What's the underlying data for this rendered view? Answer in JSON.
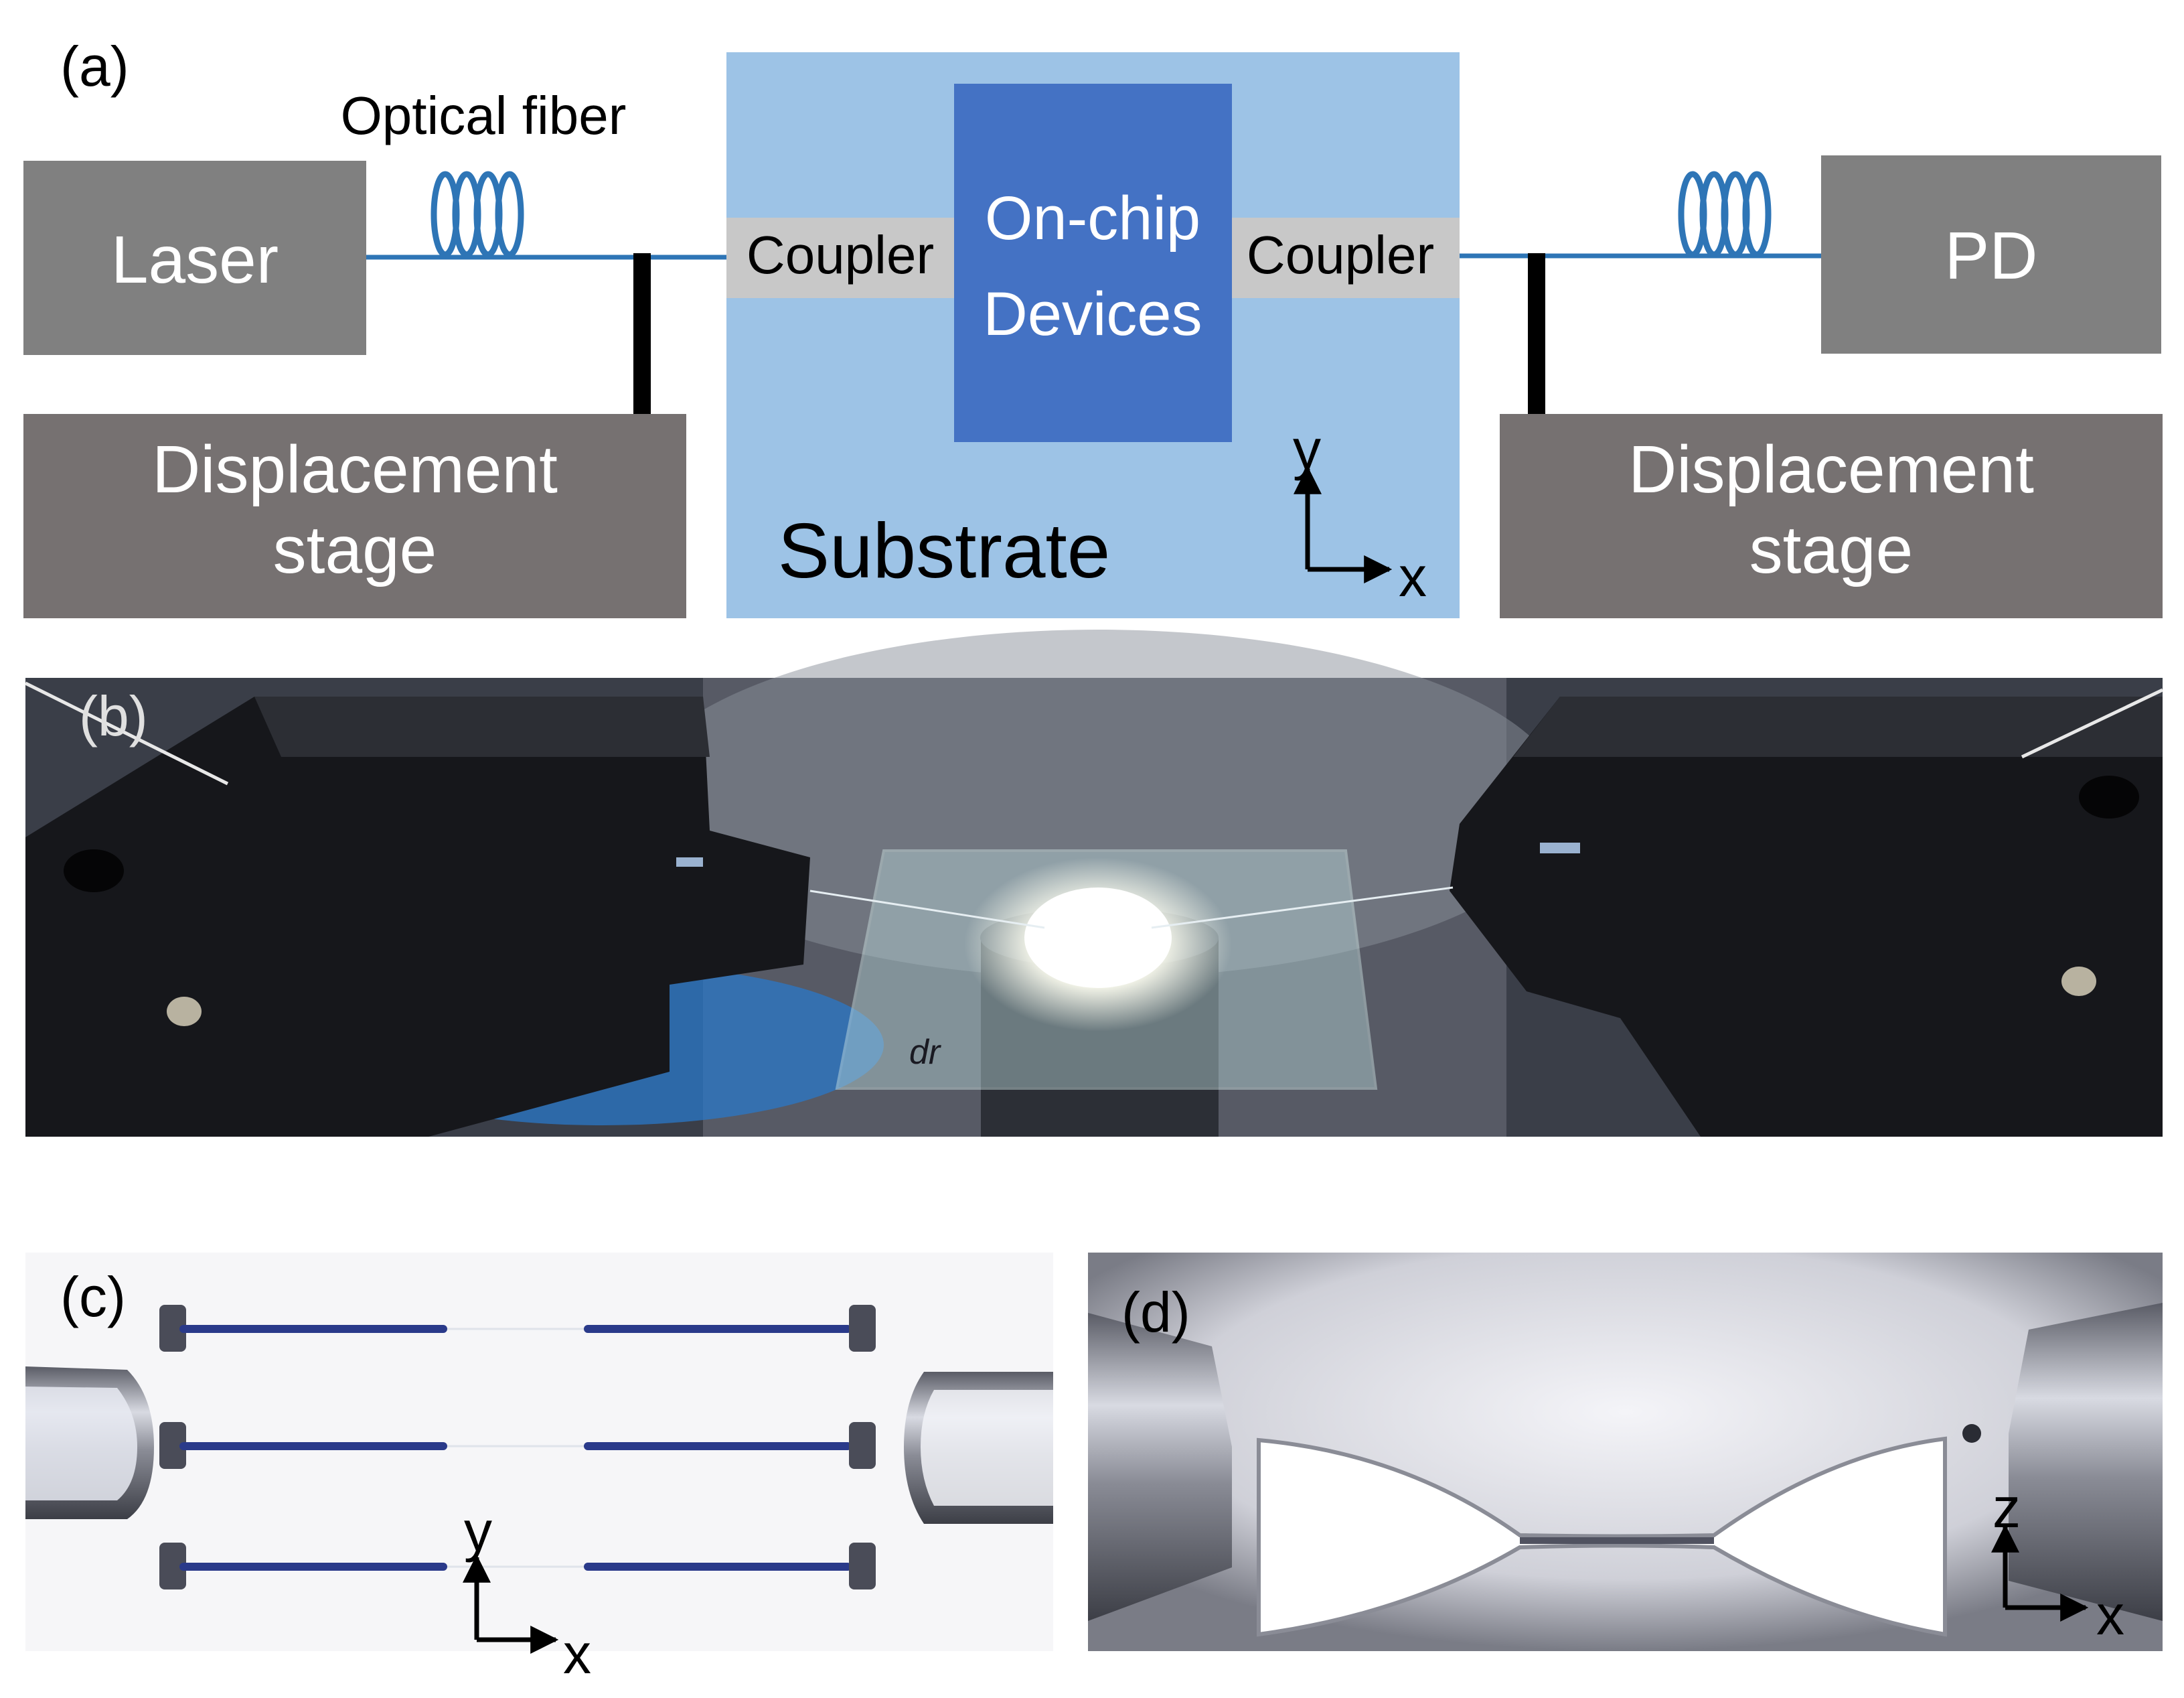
{
  "panel_a": {
    "label": "(a)",
    "fiber_label": "Optical fiber",
    "laser": "Laser",
    "pd": "PD",
    "stage_left": [
      "Displacement",
      "stage"
    ],
    "stage_right": [
      "Displacement",
      "stage"
    ],
    "coupler_left": "Coupler",
    "coupler_right": "Coupler",
    "device": [
      "On-chip",
      "Devices"
    ],
    "substrate": "Substrate",
    "axis_y": "y",
    "axis_x": "x",
    "colors": {
      "box_gray": "#808080",
      "stage_gray": "#767171",
      "substrate": "#9dc3e6",
      "device": "#4472c4",
      "coupler": "#c8c8c8",
      "fiber": "#2e75b6"
    }
  },
  "panel_b": {
    "label": "(b)",
    "slide_text": "dr"
  },
  "panel_c": {
    "label": "(c)",
    "axis_y": "y",
    "axis_x": "x"
  },
  "panel_d": {
    "label": "(d)",
    "axis_z": "z",
    "axis_x": "x"
  }
}
